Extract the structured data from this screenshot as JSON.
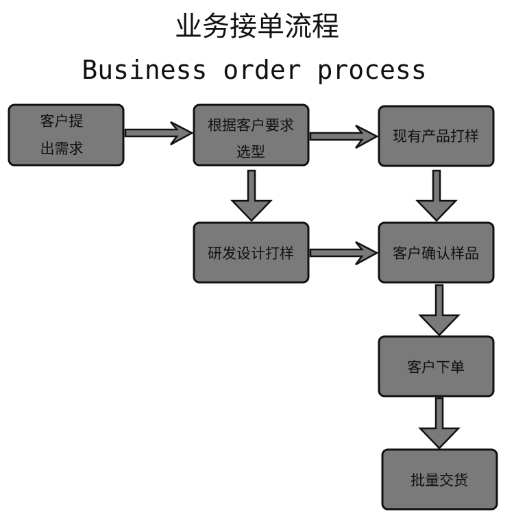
{
  "title": "业务接单流程",
  "subtitle": "Business order process",
  "nodes": {
    "customer_request": {
      "line1": "客户提",
      "line2": "出需求"
    },
    "select_model": {
      "line1": "根据客户要求",
      "line2": "选型"
    },
    "existing_sample": {
      "label": "现有产品打样"
    },
    "rd_sample": {
      "label": "研发设计打样"
    },
    "confirm_sample": {
      "label": "客户确认样品"
    },
    "place_order": {
      "label": "客户下单"
    },
    "bulk_delivery": {
      "label": "批量交货"
    }
  },
  "colors": {
    "box_fill": "#7a7a7a",
    "box_stroke": "#111111",
    "arrow_fill": "#7a7a7a"
  }
}
